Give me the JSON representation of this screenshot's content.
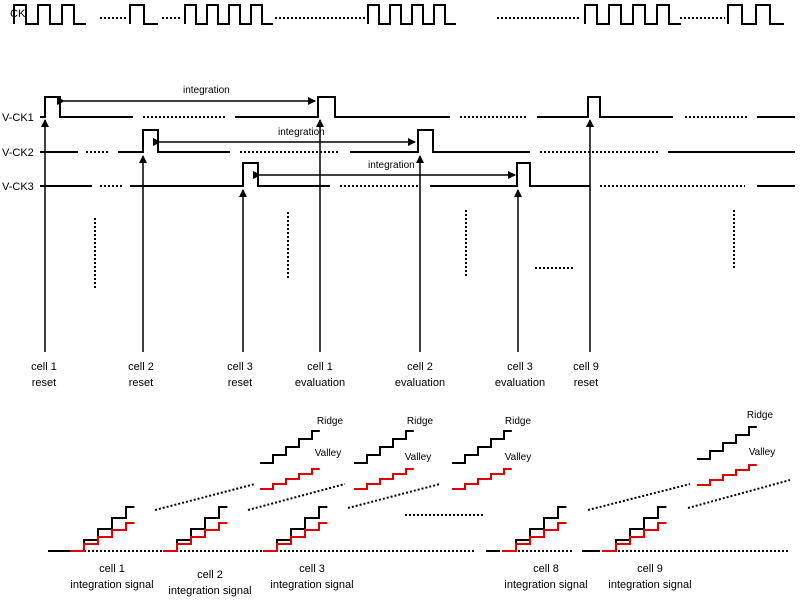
{
  "signals": {
    "ck": "CK",
    "vck1": "V-CK1",
    "vck2": "V-CK2",
    "vck3": "V-CK3"
  },
  "integration_label": "integration",
  "events": {
    "cell1_reset": [
      "cell 1",
      "reset"
    ],
    "cell2_reset": [
      "cell 2",
      "reset"
    ],
    "cell3_reset": [
      "cell 3",
      "reset"
    ],
    "cell1_evaluation": [
      "cell 1",
      "evaluation"
    ],
    "cell2_evaluation": [
      "cell 2",
      "evaluation"
    ],
    "cell3_evaluation": [
      "cell 3",
      "evaluation"
    ],
    "cell9_reset": [
      "cell 9",
      "reset"
    ]
  },
  "integration_signals": {
    "cell1": [
      "cell 1",
      "integration signal"
    ],
    "cell2": [
      "cell 2",
      "integration signal"
    ],
    "cell3": [
      "cell 3",
      "integration signal"
    ],
    "cell8": [
      "cell 8",
      "integration signal"
    ],
    "cell9": [
      "cell 9",
      "integration signal"
    ]
  },
  "ridge_label": "Ridge",
  "valley_label": "Valley",
  "colors": {
    "line": "#000000",
    "valley": "#e00000"
  }
}
